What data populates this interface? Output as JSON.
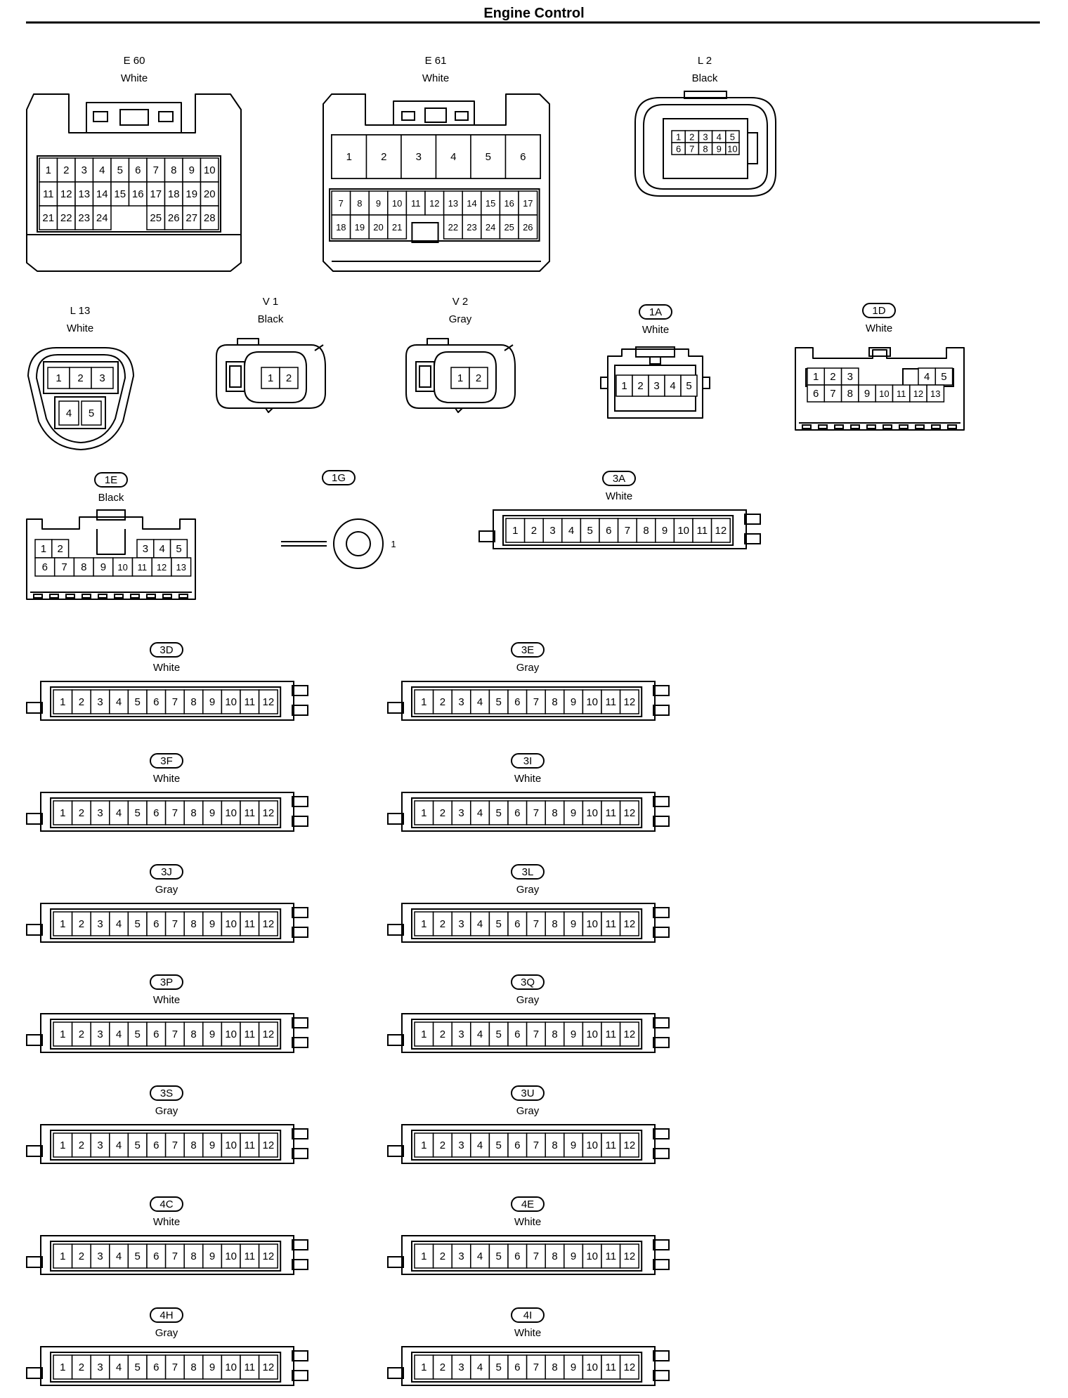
{
  "page_title": "Engine Control",
  "connectors": [
    {
      "id": "E60",
      "code": "E 60",
      "color": "White",
      "type": "e60",
      "circled": false,
      "pins": [
        "1",
        "2",
        "3",
        "4",
        "5",
        "6",
        "7",
        "8",
        "9",
        "10",
        "11",
        "12",
        "13",
        "14",
        "15",
        "16",
        "17",
        "18",
        "19",
        "20",
        "21",
        "22",
        "23",
        "24",
        "25",
        "26",
        "27",
        "28"
      ]
    },
    {
      "id": "E61",
      "code": "E 61",
      "color": "White",
      "type": "e61",
      "circled": false,
      "pins": [
        "1",
        "2",
        "3",
        "4",
        "5",
        "6",
        "7",
        "8",
        "9",
        "10",
        "11",
        "12",
        "13",
        "14",
        "15",
        "16",
        "17",
        "18",
        "19",
        "20",
        "21",
        "22",
        "23",
        "24",
        "25",
        "26"
      ]
    },
    {
      "id": "L2",
      "code": "L 2",
      "color": "Black",
      "type": "l2",
      "circled": false,
      "pins": [
        "1",
        "2",
        "3",
        "4",
        "5",
        "6",
        "7",
        "8",
        "9",
        "10"
      ]
    },
    {
      "id": "L13",
      "code": "L 13",
      "color": "White",
      "type": "l13",
      "circled": false,
      "pins": [
        "1",
        "2",
        "3",
        "4",
        "5"
      ]
    },
    {
      "id": "V1",
      "code": "V 1",
      "color": "Black",
      "type": "v",
      "circled": false,
      "pins": [
        "1",
        "2"
      ]
    },
    {
      "id": "V2",
      "code": "V 2",
      "color": "Gray",
      "type": "v",
      "circled": false,
      "pins": [
        "1",
        "2"
      ]
    },
    {
      "id": "1A",
      "code": "1A",
      "color": "White",
      "type": "c1a",
      "circled": true,
      "pins": [
        "1",
        "2",
        "3",
        "4",
        "5"
      ]
    },
    {
      "id": "1D",
      "code": "1D",
      "color": "White",
      "type": "c1d",
      "circled": true,
      "pins": [
        "1",
        "2",
        "3",
        "4",
        "5",
        "6",
        "7",
        "8",
        "9",
        "10",
        "11",
        "12",
        "13"
      ]
    },
    {
      "id": "1E",
      "code": "1E",
      "color": "Black",
      "type": "c1e",
      "circled": true,
      "pins": [
        "1",
        "2",
        "3",
        "4",
        "5",
        "6",
        "7",
        "8",
        "9",
        "10",
        "11",
        "12",
        "13"
      ]
    },
    {
      "id": "1G",
      "code": "1G",
      "color": "",
      "type": "terminal",
      "circled": true,
      "pins": [
        "1"
      ]
    },
    {
      "id": "3A",
      "code": "3A",
      "color": "White",
      "type": "strip",
      "circled": true,
      "pins": [
        "1",
        "2",
        "3",
        "4",
        "5",
        "6",
        "7",
        "8",
        "9",
        "10",
        "11",
        "12"
      ]
    },
    {
      "id": "3D",
      "code": "3D",
      "color": "White",
      "type": "strip",
      "circled": true,
      "pins": [
        "1",
        "2",
        "3",
        "4",
        "5",
        "6",
        "7",
        "8",
        "9",
        "10",
        "11",
        "12"
      ]
    },
    {
      "id": "3E",
      "code": "3E",
      "color": "Gray",
      "type": "strip",
      "circled": true,
      "pins": [
        "1",
        "2",
        "3",
        "4",
        "5",
        "6",
        "7",
        "8",
        "9",
        "10",
        "11",
        "12"
      ]
    },
    {
      "id": "3F",
      "code": "3F",
      "color": "White",
      "type": "strip",
      "circled": true,
      "pins": [
        "1",
        "2",
        "3",
        "4",
        "5",
        "6",
        "7",
        "8",
        "9",
        "10",
        "11",
        "12"
      ]
    },
    {
      "id": "3I",
      "code": "3I",
      "color": "White",
      "type": "strip",
      "circled": true,
      "pins": [
        "1",
        "2",
        "3",
        "4",
        "5",
        "6",
        "7",
        "8",
        "9",
        "10",
        "11",
        "12"
      ]
    },
    {
      "id": "3J",
      "code": "3J",
      "color": "Gray",
      "type": "strip",
      "circled": true,
      "pins": [
        "1",
        "2",
        "3",
        "4",
        "5",
        "6",
        "7",
        "8",
        "9",
        "10",
        "11",
        "12"
      ]
    },
    {
      "id": "3L",
      "code": "3L",
      "color": "Gray",
      "type": "strip",
      "circled": true,
      "pins": [
        "1",
        "2",
        "3",
        "4",
        "5",
        "6",
        "7",
        "8",
        "9",
        "10",
        "11",
        "12"
      ]
    },
    {
      "id": "3P",
      "code": "3P",
      "color": "White",
      "type": "strip",
      "circled": true,
      "pins": [
        "1",
        "2",
        "3",
        "4",
        "5",
        "6",
        "7",
        "8",
        "9",
        "10",
        "11",
        "12"
      ]
    },
    {
      "id": "3Q",
      "code": "3Q",
      "color": "Gray",
      "type": "strip",
      "circled": true,
      "pins": [
        "1",
        "2",
        "3",
        "4",
        "5",
        "6",
        "7",
        "8",
        "9",
        "10",
        "11",
        "12"
      ]
    },
    {
      "id": "3S",
      "code": "3S",
      "color": "Gray",
      "type": "strip",
      "circled": true,
      "pins": [
        "1",
        "2",
        "3",
        "4",
        "5",
        "6",
        "7",
        "8",
        "9",
        "10",
        "11",
        "12"
      ]
    },
    {
      "id": "3U",
      "code": "3U",
      "color": "Gray",
      "type": "strip",
      "circled": true,
      "pins": [
        "1",
        "2",
        "3",
        "4",
        "5",
        "6",
        "7",
        "8",
        "9",
        "10",
        "11",
        "12"
      ]
    },
    {
      "id": "4C",
      "code": "4C",
      "color": "White",
      "type": "strip",
      "circled": true,
      "pins": [
        "1",
        "2",
        "3",
        "4",
        "5",
        "6",
        "7",
        "8",
        "9",
        "10",
        "11",
        "12"
      ]
    },
    {
      "id": "4E",
      "code": "4E",
      "color": "White",
      "type": "strip",
      "circled": true,
      "pins": [
        "1",
        "2",
        "3",
        "4",
        "5",
        "6",
        "7",
        "8",
        "9",
        "10",
        "11",
        "12"
      ]
    },
    {
      "id": "4H",
      "code": "4H",
      "color": "Gray",
      "type": "strip",
      "circled": true,
      "pins": [
        "1",
        "2",
        "3",
        "4",
        "5",
        "6",
        "7",
        "8",
        "9",
        "10",
        "11",
        "12"
      ]
    },
    {
      "id": "4I",
      "code": "4I",
      "color": "White",
      "type": "strip",
      "circled": true,
      "pins": [
        "1",
        "2",
        "3",
        "4",
        "5",
        "6",
        "7",
        "8",
        "9",
        "10",
        "11",
        "12"
      ]
    }
  ]
}
